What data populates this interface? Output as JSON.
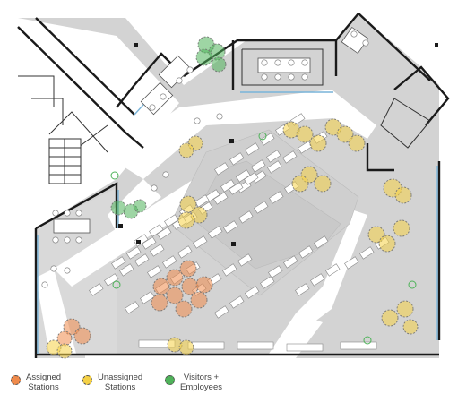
{
  "legend": [
    {
      "label": "Assigned\nStations",
      "color": "#f08a4b",
      "name": "legend-assigned"
    },
    {
      "label": "Unassigned\nStations",
      "color": "#f5d146",
      "name": "legend-unassigned"
    },
    {
      "label": "Visitors +\nEmployees",
      "color": "#4fb35a",
      "name": "legend-visitors"
    }
  ],
  "colors": {
    "floor": "#d3d3d3",
    "corridor": "#ffffff",
    "wall": "#1a1a1a",
    "window": "#79b4d9",
    "assigned": "#f08a4b",
    "unassigned": "#f5d146",
    "visitors": "#4fb35a"
  }
}
